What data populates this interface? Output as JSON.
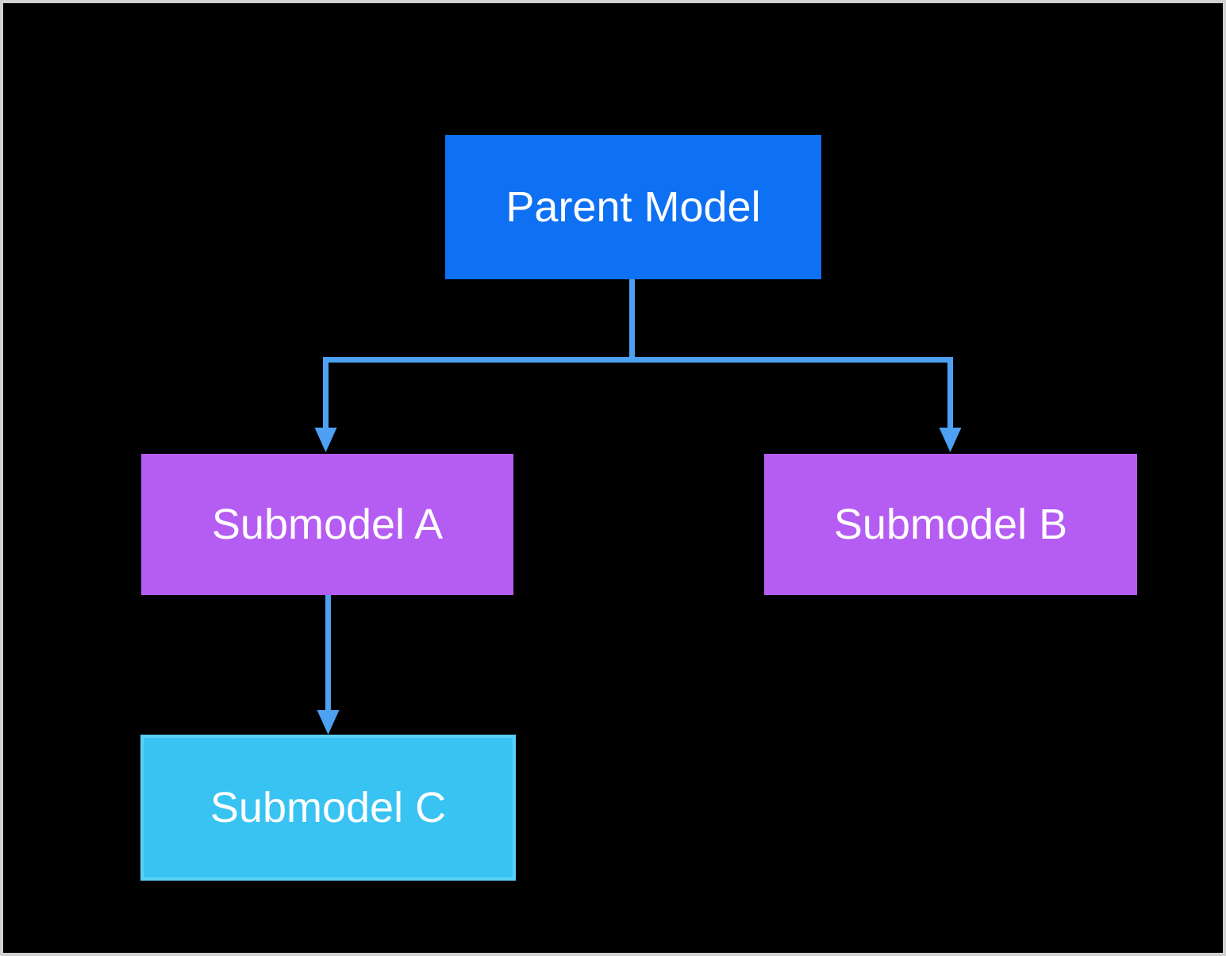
{
  "frame": {
    "background": "#000000",
    "border_color": "#d1d1d1"
  },
  "colors": {
    "connector": "#4da0f2",
    "node_text": "#ffffff"
  },
  "diagram": {
    "type": "hierarchy-flowchart",
    "nodes": [
      {
        "id": "parent-model",
        "label": "Parent Model",
        "fill": "#0e70f2"
      },
      {
        "id": "submodel-a",
        "label": "Submodel A",
        "fill": "#b55cf2"
      },
      {
        "id": "submodel-b",
        "label": "Submodel B",
        "fill": "#b55cf2"
      },
      {
        "id": "submodel-c",
        "label": "Submodel C",
        "fill": "#38c3f2",
        "border": "#5bd0f6"
      }
    ],
    "edges": [
      {
        "from": "parent-model",
        "to": "submodel-a",
        "style": "elbow-arrow"
      },
      {
        "from": "parent-model",
        "to": "submodel-b",
        "style": "elbow-arrow"
      },
      {
        "from": "submodel-a",
        "to": "submodel-c",
        "style": "straight-arrow"
      }
    ]
  }
}
